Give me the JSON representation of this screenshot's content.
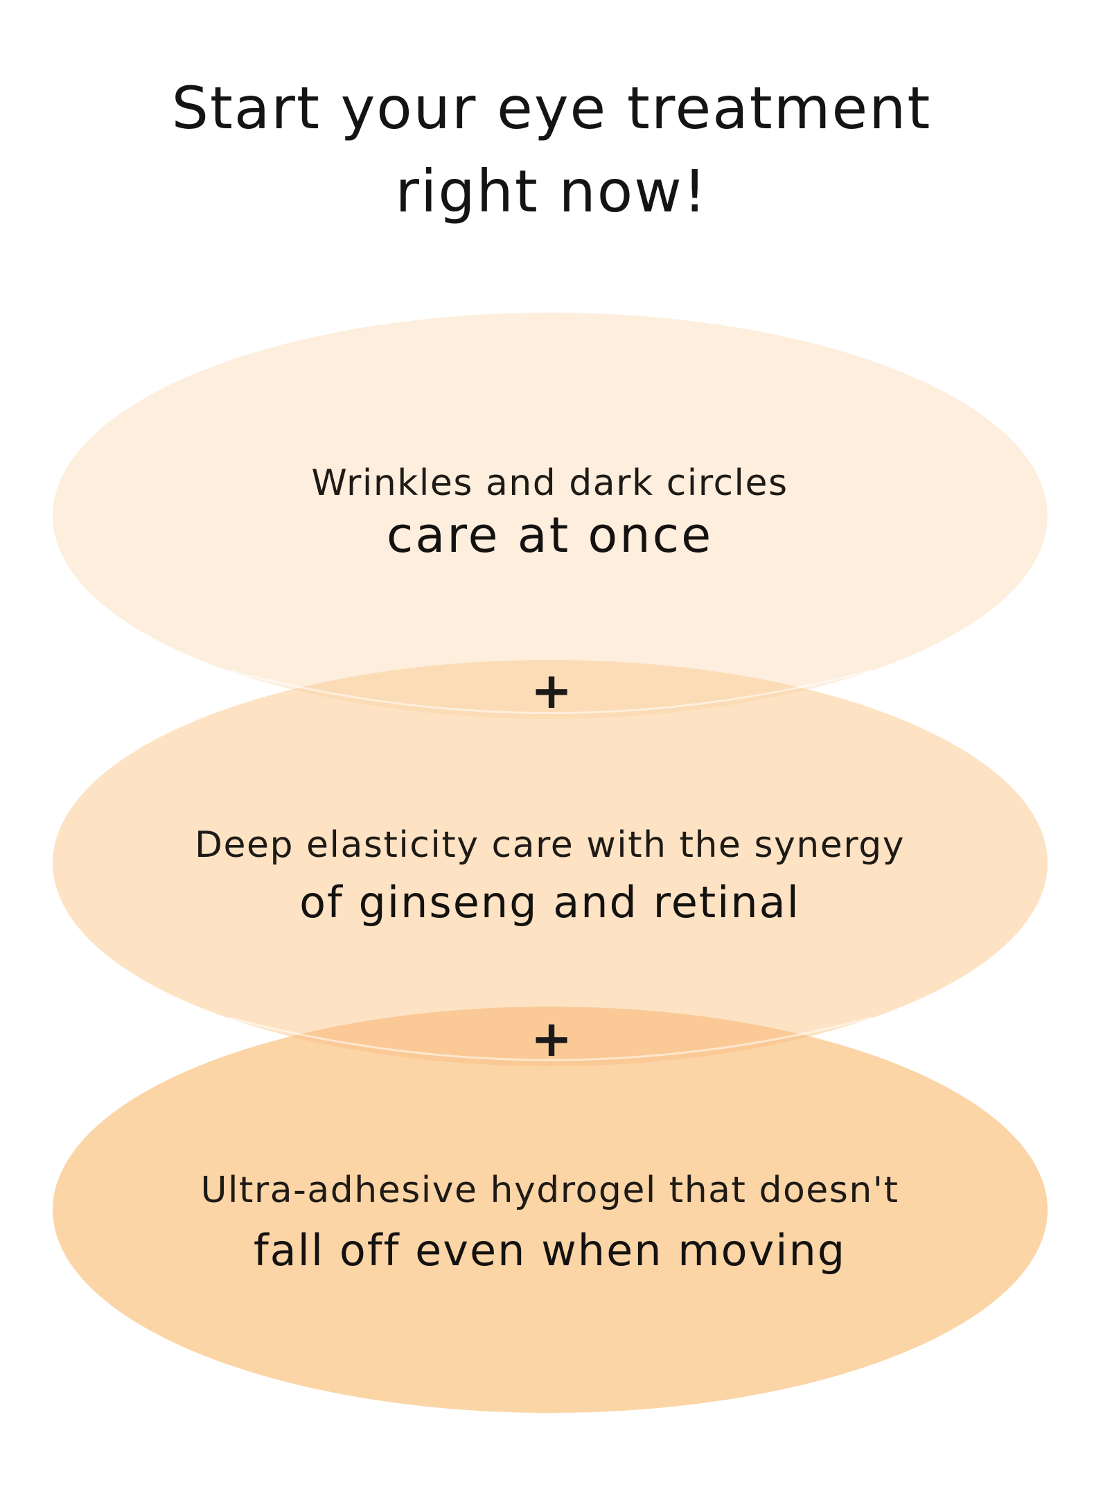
{
  "headline": {
    "line1": "Start your eye treatment",
    "line2": "right now!"
  },
  "steps": [
    {
      "line1": "Wrinkles and dark circles",
      "line2": "care at once",
      "color": "#fdeedd"
    },
    {
      "line1": "Deep elasticity care with the synergy",
      "line2": "of ginseng and retinal",
      "color": "#fde3c4"
    },
    {
      "line1": "Ultra-adhesive hydrogel that doesn't",
      "line2": "fall off even when moving",
      "color": "#fbd5a6"
    }
  ],
  "connectors": [
    "+",
    "+"
  ],
  "colors": {
    "overlap_1": "#fcdcb6",
    "overlap_2": "#fac996",
    "text": "#1a1a1a"
  }
}
